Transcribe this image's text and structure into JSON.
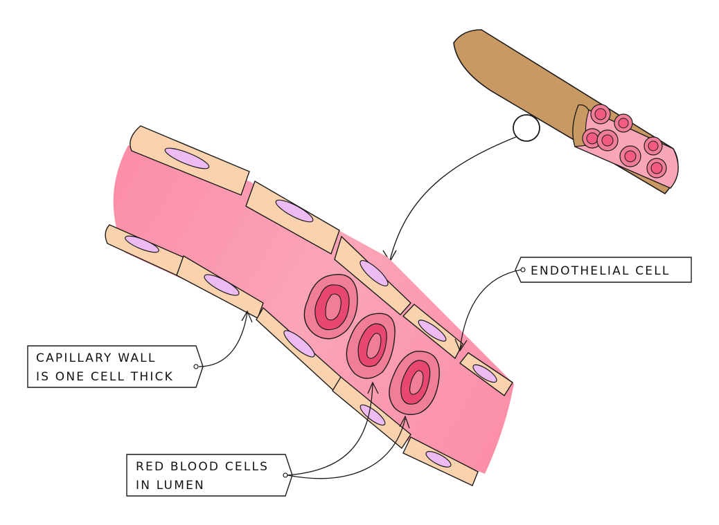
{
  "labels": {
    "endothelial": "ENDOTHELIAL CELL",
    "capillary_wall_line1": "CAPILLARY WALL",
    "capillary_wall_line2": "IS ONE CELL THICK",
    "rbc_line1": "RED BLOOD CELLS",
    "rbc_line2": "IN LUMEN"
  },
  "colors": {
    "lumen": "#f99fb3",
    "endothelial_cell": "#fad3ae",
    "nucleus": "#eebaf2",
    "red_blood_cell": "#f07e96",
    "rbc_inner": "#e84870",
    "vessel_outer": "#c99963",
    "outline": "#1a1a1a"
  }
}
